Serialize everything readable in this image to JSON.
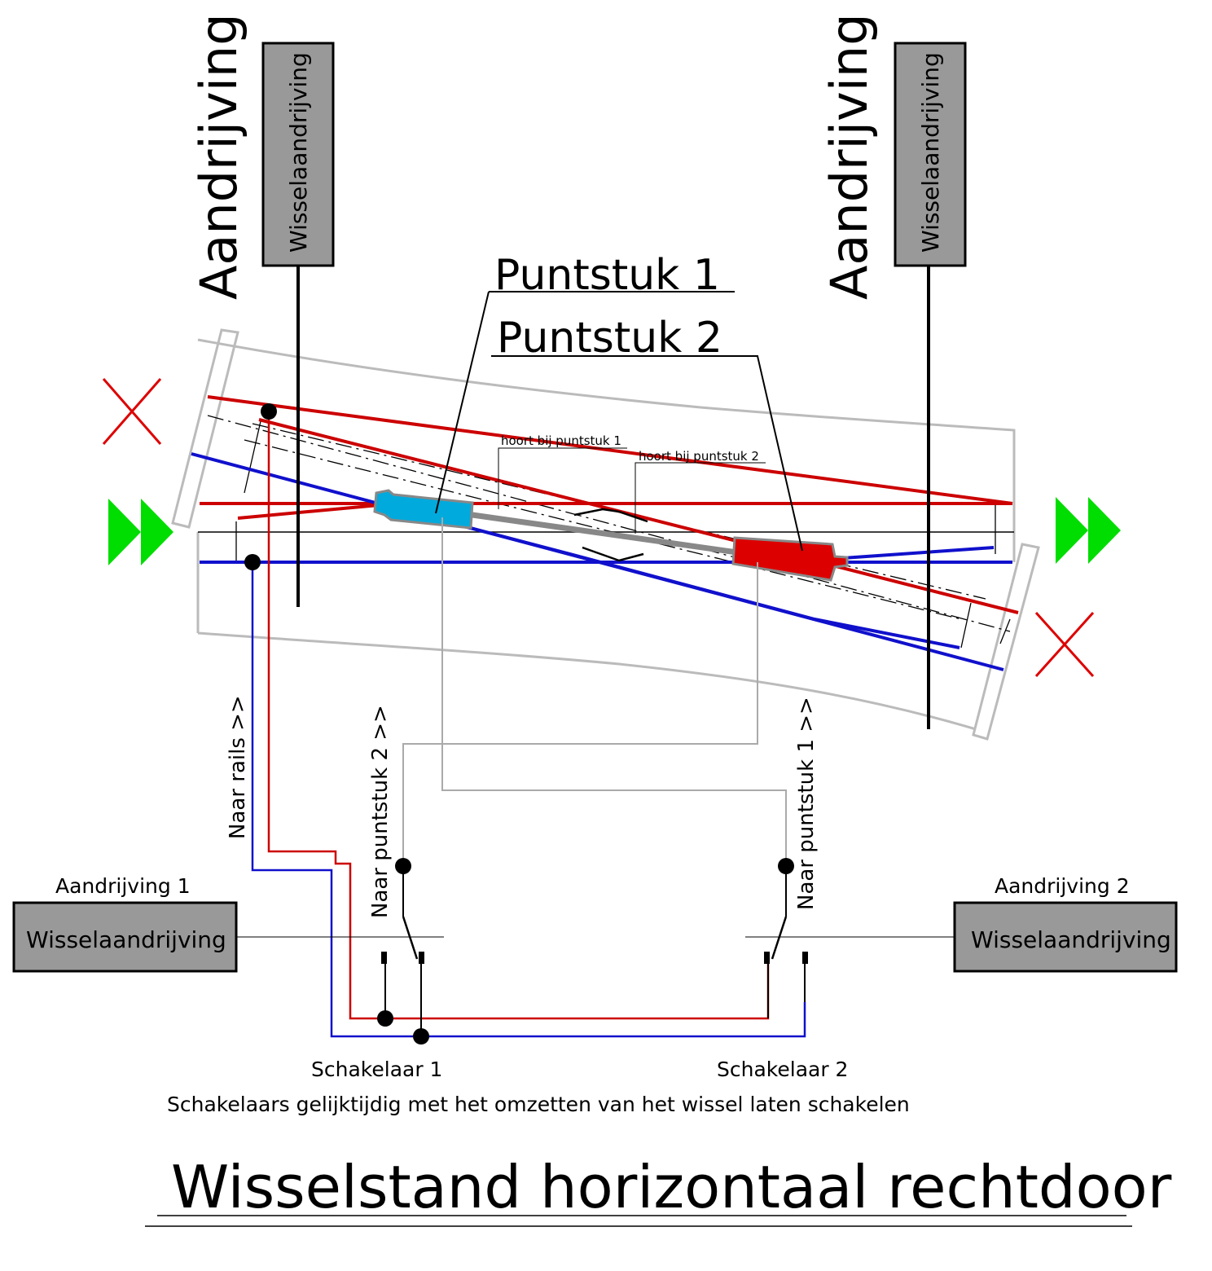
{
  "drives_top": {
    "left": {
      "side_label": "Aandrijving 1",
      "box_label": "Wisselaandrijving"
    },
    "right": {
      "side_label": "Aandrijving 2",
      "box_label": "Wisselaandrijving"
    }
  },
  "frogs": {
    "frog1": {
      "label": "Puntstuk 1",
      "note": "hoort bij puntstuk 1"
    },
    "frog2": {
      "label": "Puntstuk 2",
      "note": "hoort bij puntstuk 2"
    }
  },
  "wiring": {
    "to_rails": "Naar rails >>",
    "to_frog2": "Naar puntstuk 2 >>",
    "to_frog1": "Naar puntstuk 1 >>"
  },
  "drives_bottom": {
    "left": {
      "label": "Aandrijving 1",
      "box_label": "Wisselaandrijving"
    },
    "right": {
      "label": "Aandrijving 2",
      "box_label": "Wisselaandrijving"
    }
  },
  "switches": {
    "s1": "Schakelaar 1",
    "s2": "Schakelaar 2",
    "note": "Schakelaars gelijktijdig met het omzetten van het wissel laten schakelen"
  },
  "title": "Wisselstand horizontaal rechtdoor",
  "colors": {
    "red_rail": "#cc0000",
    "blue_rail": "#1010cc",
    "frog1_fill": "#00aadd",
    "frog2_fill": "#dd0000",
    "arrow_green": "#00dd00",
    "cross_red": "#dd0000",
    "box_fill": "#999999",
    "sleeper_gray": "#bbbbbb"
  }
}
